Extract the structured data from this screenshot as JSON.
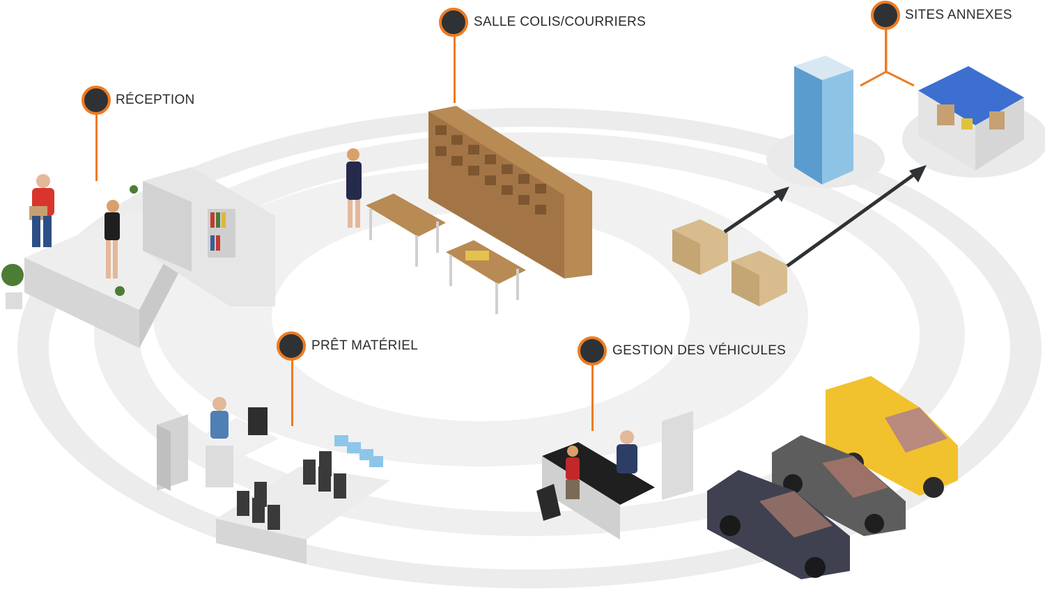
{
  "colors": {
    "accent": "#ee7b22",
    "pin_fill": "#2f3234",
    "ring": "#e9e9e9",
    "floor": "#f2f2f2",
    "text": "#2b2b2b"
  },
  "markers": [
    {
      "id": "reception",
      "label": "RÉCEPTION"
    },
    {
      "id": "salle-colis",
      "label": "SALLE COLIS/COURRIERS"
    },
    {
      "id": "sites-annexes",
      "label": "SITES ANNEXES"
    },
    {
      "id": "pret-materiel",
      "label": "PRÊT MATÉRIEL"
    },
    {
      "id": "gestion-vehicules",
      "label": "GESTION DES VÉHICULES"
    }
  ]
}
